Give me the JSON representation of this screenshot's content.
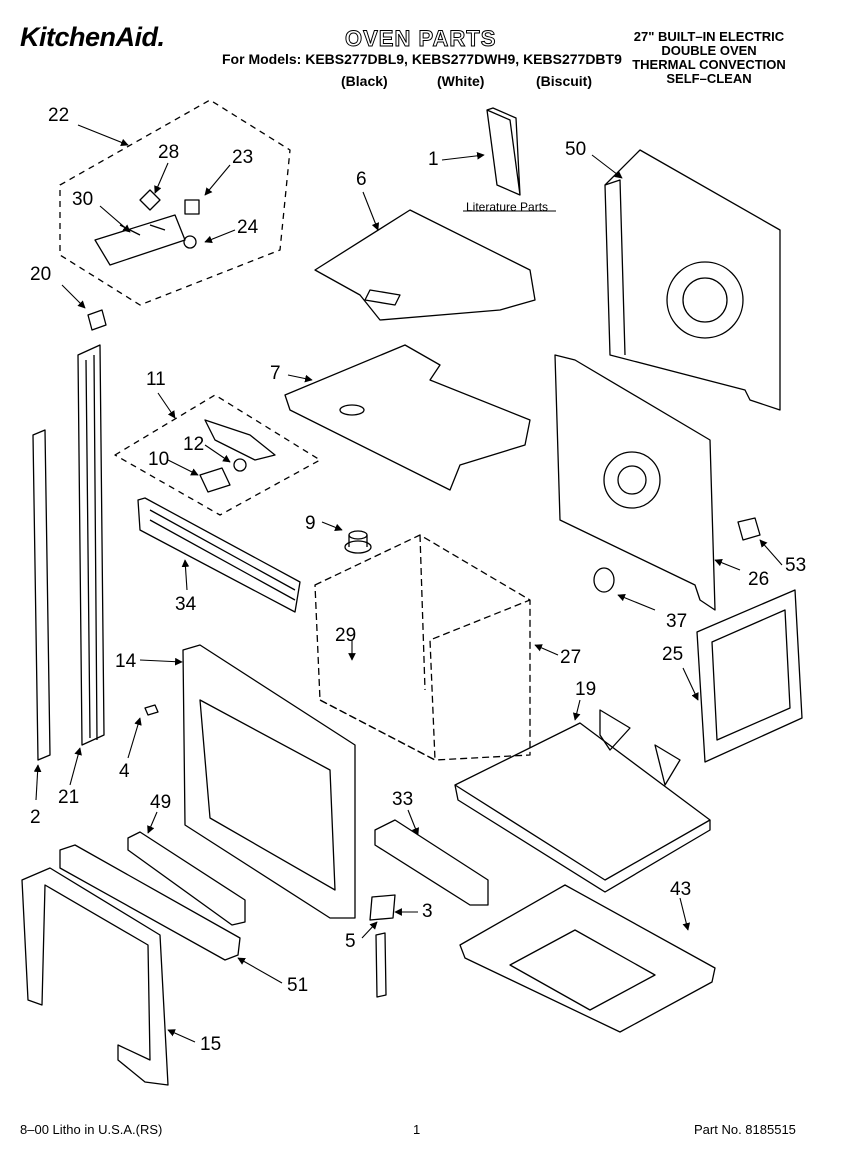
{
  "header": {
    "brand": "KitchenAid.",
    "title": "OVEN PARTS",
    "models_line": "For Models: KEBS277DBL9, KEBS277DWH9, KEBS277DBT9",
    "colors": [
      "(Black)",
      "(White)",
      "(Biscuit)"
    ],
    "specs": [
      "27\" BUILT–IN ELECTRIC",
      "DOUBLE OVEN",
      "THERMAL CONVECTION",
      "SELF–CLEAN"
    ]
  },
  "literature_label": "Literature Parts",
  "callouts": [
    "1",
    "2",
    "3",
    "4",
    "5",
    "6",
    "7",
    "9",
    "10",
    "11",
    "12",
    "14",
    "15",
    "19",
    "20",
    "21",
    "22",
    "23",
    "24",
    "25",
    "26",
    "27",
    "28",
    "29",
    "30",
    "33",
    "34",
    "37",
    "43",
    "49",
    "50",
    "51",
    "53"
  ],
  "footer": {
    "left": "8–00 Litho in U.S.A.(RS)",
    "center": "1",
    "right": "Part No. 8185515"
  }
}
